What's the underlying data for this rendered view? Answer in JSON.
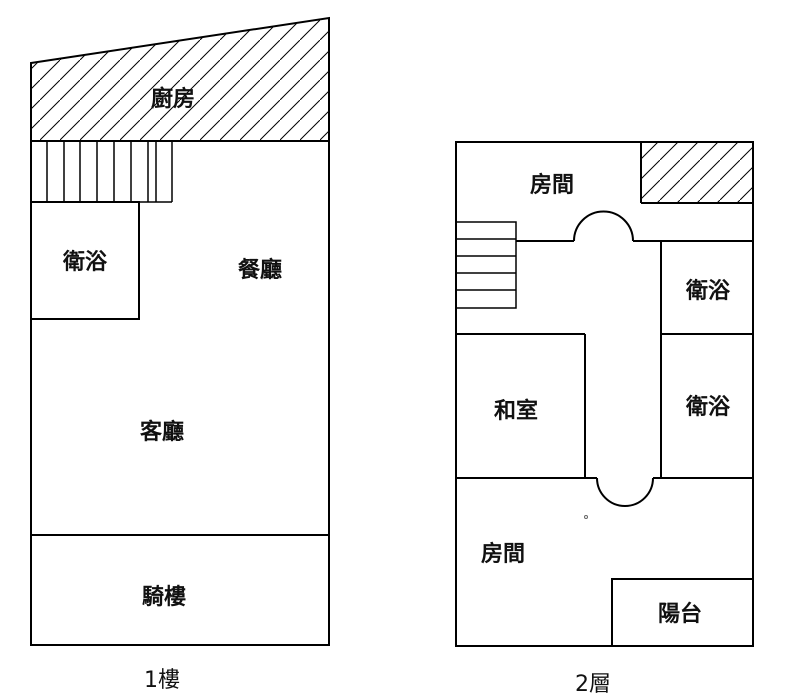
{
  "floor1": {
    "caption": "1樓",
    "rooms": {
      "kitchen": "廚房",
      "bath": "衛浴",
      "dining": "餐廳",
      "living": "客廳",
      "arcade": "騎樓"
    }
  },
  "floor2": {
    "caption": "2層",
    "rooms": {
      "bedroom_top": "房間",
      "bath_upper": "衛浴",
      "bath_lower": "衛浴",
      "tatami": "和室",
      "bedroom_bottom": "房間",
      "balcony": "陽台"
    }
  }
}
